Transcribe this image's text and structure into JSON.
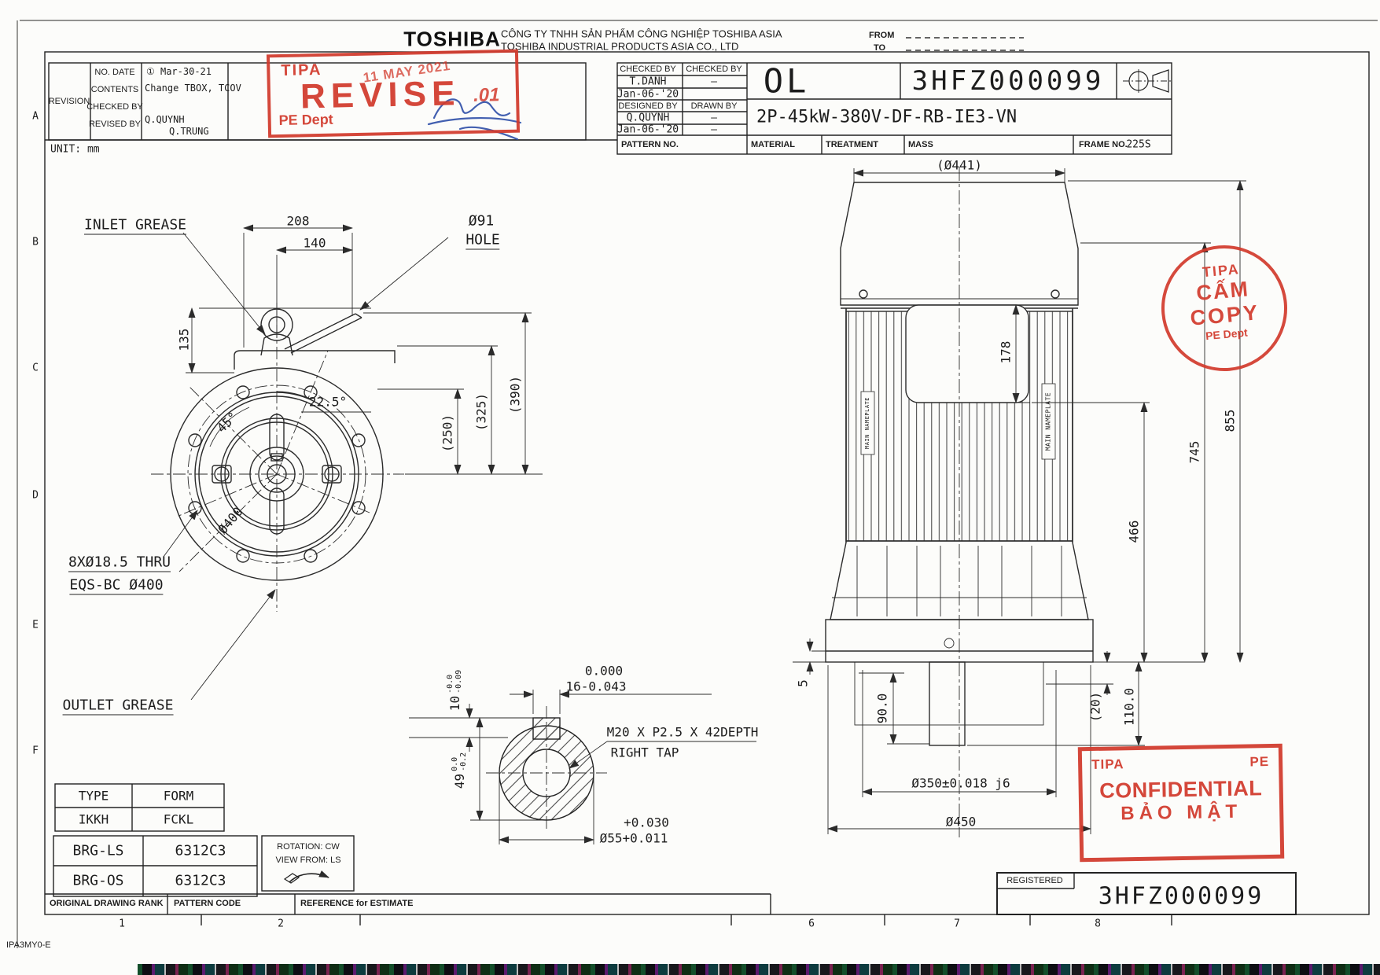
{
  "header": {
    "logo": "TOSHIBA",
    "company_vi": "CÔNG TY TNHH SẢN PHẨM CÔNG NGHIỆP TOSHIBA ASIA",
    "company_en": "TOSHIBA INDUSTRIAL PRODUCTS ASIA CO., LTD",
    "from_label": "FROM",
    "to_label": "TO"
  },
  "revision": {
    "title": "REVISION",
    "rows": [
      "NO. DATE",
      "CONTENTS",
      "CHECKED BY",
      "REVISED BY"
    ],
    "no_date": "① Mar-30-21",
    "contents": "Change TBOX, TCOV",
    "revised_by": "Q.QUYNH",
    "revised_by_2": "Q.TRUNG",
    "unit": "UNIT: mm"
  },
  "title_block": {
    "checked_by_label": "CHECKED BY",
    "checked_by_label2": "CHECKED BY",
    "checked_by": "T.DANH",
    "checked_by2": "–",
    "checked_date": "Jan-06-'20",
    "designed_by_label": "DESIGNED BY",
    "drawn_by_label": "DRAWN BY",
    "designed_by": "Q.QUYNH",
    "drawn_by": "–",
    "designed_date": "Jan-06-'20",
    "drawn_date": "–",
    "code": "OL",
    "drawing_no": "3HFZ000099",
    "part_name": "2P-45kW-380V-DF-RB-IE3-VN",
    "pattern_no_label": "PATTERN NO.",
    "material_label": "MATERIAL",
    "treatment_label": "TREATMENT",
    "mass_label": "MASS",
    "frame_no_label": "FRAME NO.",
    "frame_no": "225S"
  },
  "stamps": {
    "revise": {
      "org": "TIPA",
      "text": "REVISE",
      "suffix": ".01",
      "date": "11 MAY 2021",
      "dept": "PE Dept"
    },
    "copy": {
      "org": "TIPA",
      "line1": "CẤM",
      "line2": "COPY",
      "dept": "PE Dept"
    },
    "confidential": {
      "org": "TIPA",
      "dept": "PE",
      "line1": "CONFIDENTIAL",
      "line2": "BẢO MẬT"
    }
  },
  "front_view": {
    "inlet_grease": "INLET GREASE",
    "outlet_grease": "OUTLET GREASE",
    "dim_208": "208",
    "dim_140": "140",
    "dim_135": "135",
    "hole_dia": "Ø91",
    "hole_word": "HOLE",
    "dim_250": "(250)",
    "dim_325": "(325)",
    "dim_390": "(390)",
    "angle_22_5": "22.5°",
    "angle_45": "45°",
    "bolt_circle": "Ø400",
    "holes_note_1": "8XØ18.5 THRU",
    "holes_note_2": "EQS-BC Ø400"
  },
  "shaft_detail": {
    "key_h_value": "10",
    "key_h_tol_top": "-0.0",
    "key_h_tol_bot": "-0.09",
    "key_w_tol_top": "0.000",
    "key_w_value": "16-0.043",
    "tap_note_1": "M20 X P2.5 X 42DEPTH",
    "tap_note_2": "RIGHT TAP",
    "depth_value": "49",
    "depth_tol_top": "0.0",
    "depth_tol_bot": "-0.2",
    "shaft_tol_top": "+0.030",
    "shaft_value": "Ø55+0.011"
  },
  "side_view": {
    "dia_441": "(Ø441)",
    "dim_178": "178",
    "dim_745": "745",
    "dim_855": "855",
    "dim_466": "466",
    "dim_5": "5",
    "dim_90": "90.0",
    "dim_20": "(20)",
    "dim_110": "110.0",
    "dia_350": "Ø350±0.018 j6",
    "dia_450": "Ø450",
    "nameplate": "MAIN NAMEPLATE"
  },
  "spec_tables": {
    "type_label": "TYPE",
    "form_label": "FORM",
    "type_value": "IKKH",
    "form_value": "FCKL",
    "brg_ls_label": "BRG-LS",
    "brg_ls_value": "6312C3",
    "brg_os_label": "BRG-OS",
    "brg_os_value": "6312C3"
  },
  "rotation_box": {
    "line1": "ROTATION: CW",
    "line2": "VIEW FROM: LS"
  },
  "bottom_strip": {
    "rank_label": "ORIGINAL DRAWING RANK",
    "pattern_code_label": "PATTERN CODE",
    "reference_label": "REFERENCE for ESTIMATE"
  },
  "registered": {
    "label": "REGISTERED",
    "value": "3HFZ000099"
  },
  "grid": {
    "letters": [
      "A",
      "B",
      "C",
      "D",
      "E",
      "F"
    ],
    "numbers": [
      "1",
      "2",
      "6",
      "7",
      "8"
    ]
  },
  "form_code": "IPA3MY0-E"
}
